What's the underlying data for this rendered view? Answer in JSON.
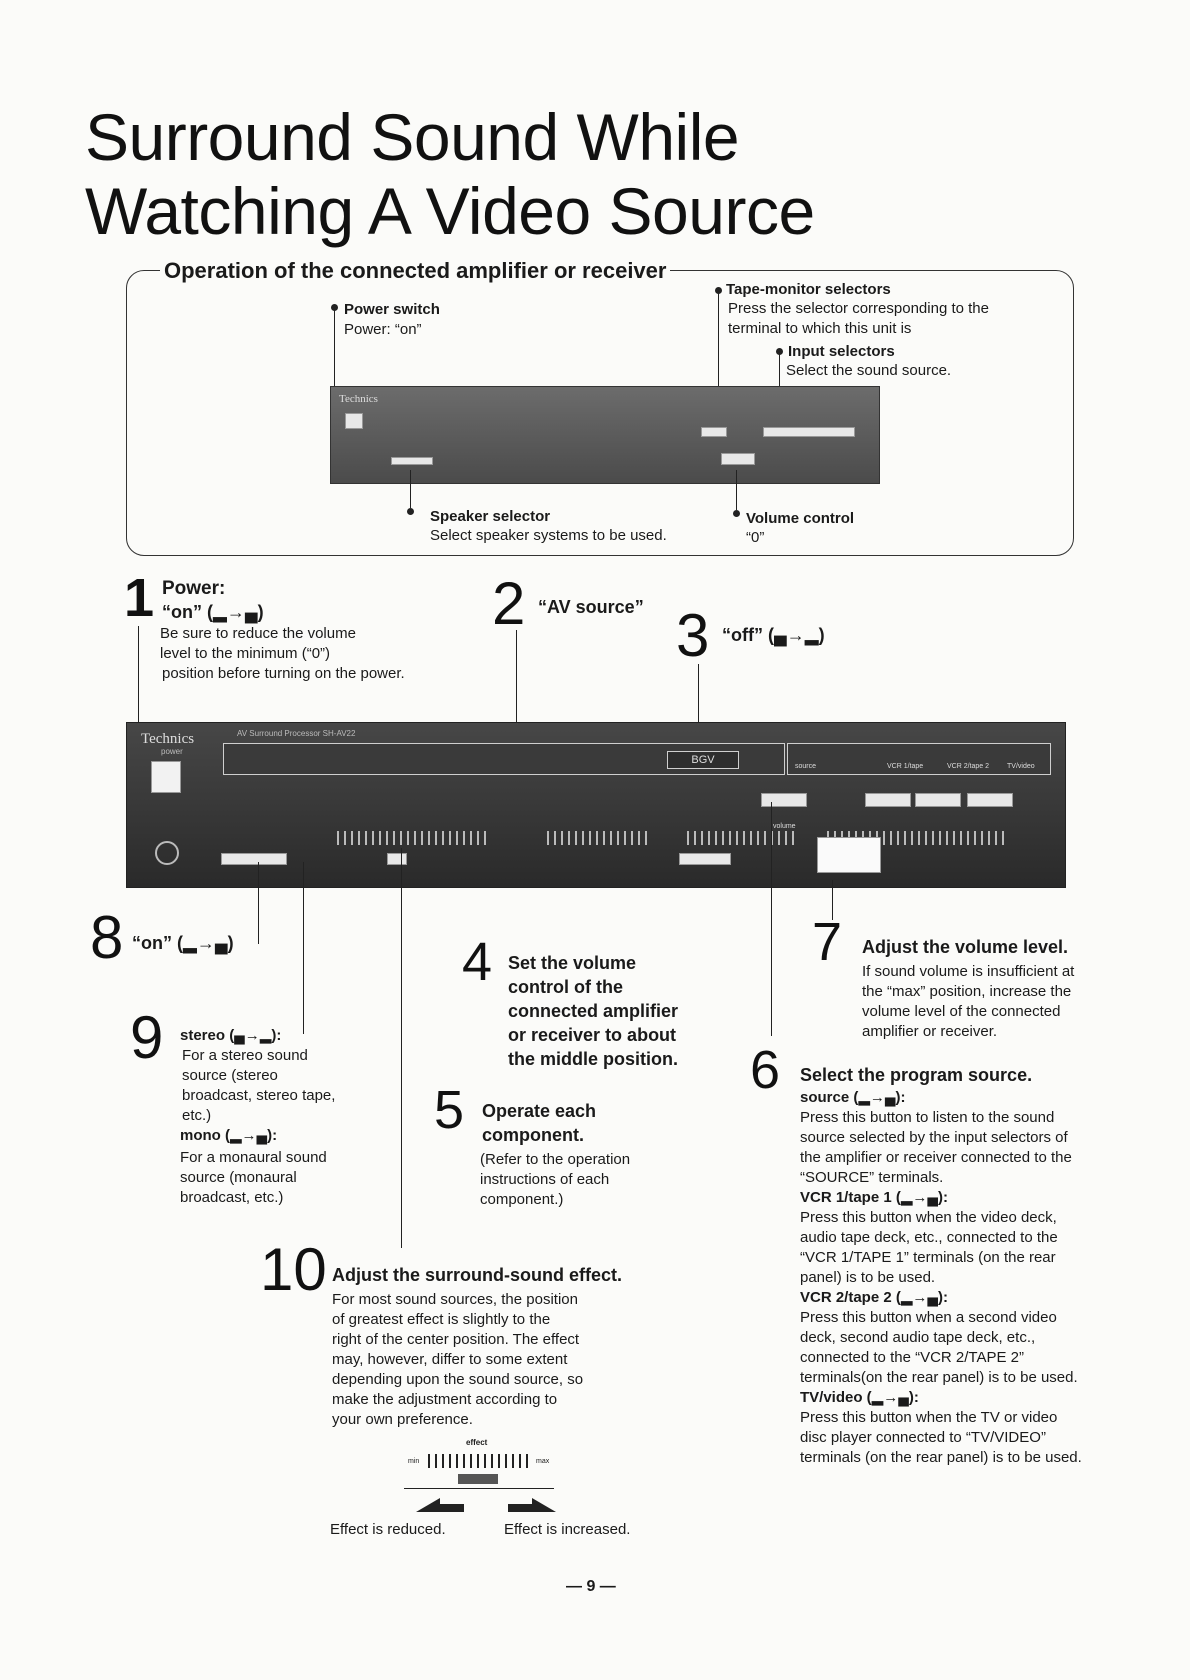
{
  "title": {
    "line1": "Surround Sound While",
    "line2": "Watching A Video Source"
  },
  "amp_section": {
    "heading": "Operation of the connected amplifier or receiver",
    "power_switch": {
      "label": "Power switch",
      "text": "Power: “on”"
    },
    "tape_monitor": {
      "label": "Tape-monitor selectors",
      "text1": "Press the selector corresponding to the",
      "text2": "terminal to which this unit is"
    },
    "input_selectors": {
      "label": "Input selectors",
      "text": "Select the sound source."
    },
    "speaker_selector": {
      "label": "Speaker selector",
      "text": "Select speaker systems to be used."
    },
    "volume_control": {
      "label": "Volume control",
      "text": "“0”"
    },
    "brand": "Technics"
  },
  "unit_panel": {
    "brand": "Technics",
    "model": "AV Surround Processor  SH-AV22",
    "bgv": "BGV",
    "power": "power",
    "source": "source",
    "vcr1": "VCR 1/tape",
    "vcr2": "VCR 2/tape 2",
    "tv": "TV/video",
    "volume": "volume"
  },
  "steps": {
    "s1": {
      "num": "1",
      "title": "Power:",
      "sub": "“on” (▂→▄)",
      "l1": "Be sure to reduce the volume",
      "l2": "level to the minimum (“0”)",
      "l3": "position before turning on the power."
    },
    "s2": {
      "num": "2",
      "text": "“AV source”"
    },
    "s3": {
      "num": "3",
      "text": "“off” (▄→▂)"
    },
    "s4": {
      "num": "4",
      "l1": "Set the volume",
      "l2": "control of the",
      "l3": "connected amplifier",
      "l4": "or receiver to about",
      "l5": "the middle position."
    },
    "s5": {
      "num": "5",
      "l1": "Operate each",
      "l2": "component.",
      "p1": "(Refer to the operation",
      "p2": "instructions of  each",
      "p3": "component.)"
    },
    "s6": {
      "num": "6",
      "title": "Select the program source.",
      "source_h": "source (▂→▄):",
      "source_1": "Press this button to listen to the sound",
      "source_2": "source selected by the input selectors of",
      "source_3": "the amplifier or receiver connected to the",
      "source_4": "“SOURCE” terminals.",
      "vcr1_h": "VCR 1/tape 1 (▂→▄):",
      "vcr1_1": "Press this button when the video deck,",
      "vcr1_2": "audio tape deck, etc., connected to the",
      "vcr1_3": "“VCR 1/TAPE 1” terminals (on the rear",
      "vcr1_4": "panel) is to be used.",
      "vcr2_h": "VCR 2/tape 2 (▂→▄):",
      "vcr2_1": "Press this button when a second video",
      "vcr2_2": "deck, second audio tape deck, etc.,",
      "vcr2_3": "connected to the “VCR 2/TAPE 2”",
      "vcr2_4": "terminals(on the rear panel) is to be used.",
      "tv_h": "TV/video (▂→▄):",
      "tv_1": "Press this button when the TV or video",
      "tv_2": "disc player connected to “TV/VIDEO”",
      "tv_3": "terminals (on the rear panel) is to be used."
    },
    "s7": {
      "num": "7",
      "title": "Adjust the volume level.",
      "l1": "If sound volume is insufficient at",
      "l2": "the “max” position, increase the",
      "l3": "volume level of the connected",
      "l4": "amplifier or receiver."
    },
    "s8": {
      "num": "8",
      "text": "“on” (▂→▄)"
    },
    "s9": {
      "num": "9",
      "stereo_h": "stereo (▄→▂):",
      "st1": "For a stereo sound",
      "st2": "source (stereo",
      "st3": "broadcast, stereo tape,",
      "st4": "etc.)",
      "mono_h": "mono (▂→▄):",
      "mo1": "For a monaural sound",
      "mo2": "source (monaural",
      "mo3": "broadcast, etc.)"
    },
    "s10": {
      "num": "10",
      "title": "Adjust the surround-sound effect.",
      "l1": "For most sound sources, the position",
      "l2": "of greatest effect is slightly to the",
      "l3": "right of the center position. The effect",
      "l4": "may, however, differ to some extent",
      "l5": "depending upon the sound source, so",
      "l6": "make the adjustment according to",
      "l7": "your own preference.",
      "effect": "effect",
      "min": "min",
      "max": "max",
      "reduced": "Effect is reduced.",
      "increased": "Effect is increased."
    }
  },
  "page_number": "— 9 —"
}
